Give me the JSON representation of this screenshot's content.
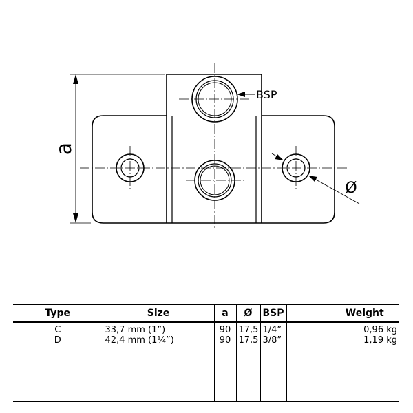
{
  "drawing": {
    "dimension_a": "a",
    "dimension_diameter": "Ø",
    "bsp_label": "BSP"
  },
  "table": {
    "headers": {
      "type": "Type",
      "size": "Size",
      "a": "a",
      "diameter": "Ø",
      "bsp": "BSP",
      "blank1": "",
      "blank2": "",
      "weight": "Weight"
    },
    "rows": [
      {
        "type": "C",
        "size": "33,7 mm (1”)",
        "a": "90",
        "diameter": "17,5",
        "bsp": "1/4”",
        "weight": "0,96 kg"
      },
      {
        "type": "D",
        "size": "42,4 mm (1¼”)",
        "a": "90",
        "diameter": "17,5",
        "bsp": "3/8”",
        "weight": "1,19 kg"
      }
    ]
  }
}
